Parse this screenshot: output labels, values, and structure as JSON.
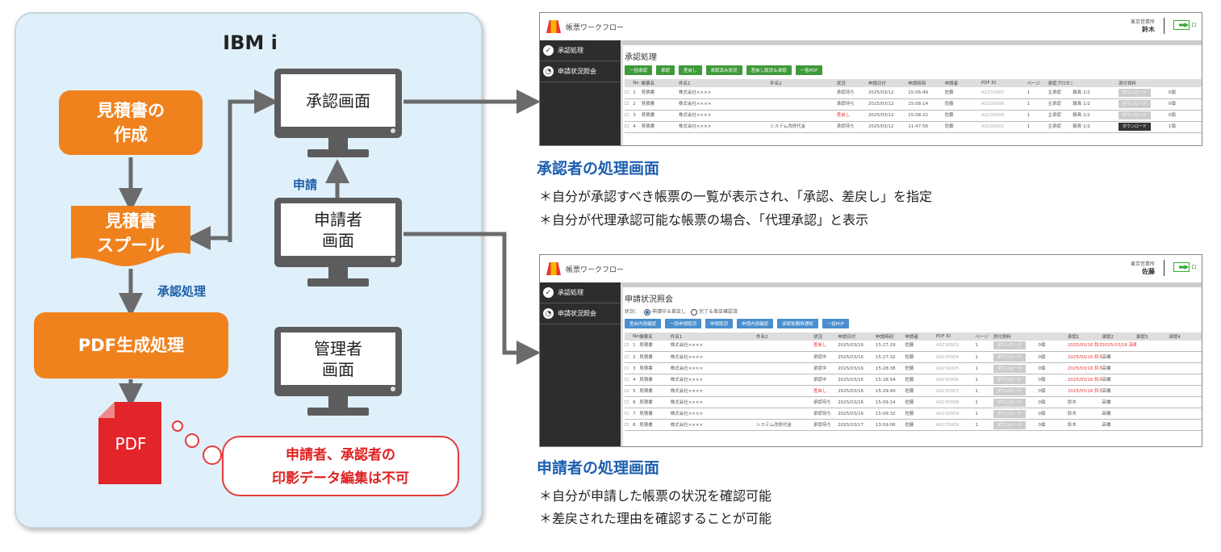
{
  "diagram": {
    "title": "IBM i",
    "estimate_create": "見積書の\n作成",
    "spool": "見積書\nスプール",
    "approval_process_label": "承認処理",
    "pdf_generation": "PDF生成処理",
    "pdf_icon_label": "PDF",
    "bubble": "申請者、承認者の\n印影データ編集は不可",
    "approval_screen": "承認画面",
    "applicant_screen": "申請者\n画面",
    "admin_screen": "管理者\n画面",
    "apply_label": "申請",
    "colors": {
      "orange": "#f0821e",
      "blue": "#1d5fae",
      "red": "#e02020",
      "panel": "#dff0fb"
    }
  },
  "approver": {
    "caption": "承認者の処理画面",
    "notes": [
      "＊自分が承認すべき帳票の一覧が表示され、「承認、差戻し」を指定",
      "＊自分が代理承認可能な帳票の場合、「代理承認」と表示"
    ],
    "app": {
      "title": "帳票ワークフロー",
      "office": "東京営業所",
      "user": "鈴木",
      "logout": "ロ",
      "sidebar": [
        "承認処理",
        "申請状況照会"
      ],
      "page_title": "承認処理",
      "buttons": [
        "一括承認",
        "承認",
        "差戻し",
        "承認済み状況",
        "差戻し取消＆承認",
        "一括PDF"
      ],
      "columns": [
        "",
        "No",
        "帳票名",
        "件名1",
        "件名2",
        "状況",
        "申請日付",
        "申請時刻",
        "申請者",
        "PDF ID",
        "ページ",
        "承認プロセス",
        "",
        "添付資料",
        ""
      ],
      "rows": [
        [
          "☐",
          "1",
          "見積書",
          "株式会社××××",
          "",
          "承認待ち",
          "2025/03/12",
          "15:06:49",
          "佐藤",
          "A0270007",
          "1",
          "主承認",
          "飯島 1/2",
          "ダウンロード",
          "0個"
        ],
        [
          "☐",
          "2",
          "見積書",
          "株式会社××××",
          "",
          "承認待ち",
          "2025/03/12",
          "15:08:14",
          "佐藤",
          "A0230006",
          "1",
          "主承認",
          "飯島 1/2",
          "ダウンロード",
          "0個"
        ],
        [
          "☐",
          "3",
          "見積書",
          "株式会社××××",
          "",
          "差戻し",
          "2025/03/12",
          "15:08:22",
          "佐藤",
          "A0230009",
          "1",
          "主承認",
          "飯島 1/2",
          "ダウンロード",
          "0個"
        ],
        [
          "☐",
          "4",
          "見積書",
          "株式会社××××",
          "システム改修代金",
          "承認待ち",
          "2025/03/12",
          "11:47:56",
          "佐藤",
          "A0130001",
          "1",
          "主承認",
          "飯島 1/2",
          "ダウンロード",
          "1個"
        ]
      ]
    }
  },
  "applicant": {
    "caption": "申請者の処理画面",
    "notes": [
      "＊自分が申請した帳票の状況を確認可能",
      "＊差戻された理由を確認することが可能"
    ],
    "app": {
      "title": "帳票ワークフロー",
      "office": "東京営業所",
      "user": "佐藤",
      "logout": "ロ",
      "sidebar": [
        "承認処理",
        "申請状況照会"
      ],
      "page_title": "申請状況照会",
      "status_label": "状況：",
      "radio1": "申請中＆差戻し",
      "radio2": "完了＆差戻確認済",
      "buttons": [
        "差戻内容確認",
        "一括申請取消",
        "申請取消",
        "申請内容確認",
        "承認依頼再通知",
        "一括PDF"
      ],
      "columns": [
        "",
        "No",
        "帳票名",
        "件名1",
        "件名2",
        "状況",
        "申請日付",
        "申請時刻",
        "申請者",
        "PDF ID",
        "ページ",
        "添付資料",
        "",
        "承認1",
        "承認2",
        "承認3",
        "承認4"
      ],
      "rows": [
        [
          "☐",
          "1",
          "見積書",
          "株式会社××××",
          "",
          "差戻し",
          "2025/03/16",
          "15:27:29",
          "佐藤",
          "A0230003",
          "1",
          "ダウンロード",
          "0個",
          "2025/03/16 鈴木",
          "2025/03/16 高橋",
          "",
          ""
        ],
        [
          "☐",
          "2",
          "見積書",
          "株式会社××××",
          "",
          "承認中",
          "2025/03/16",
          "15:27:32",
          "佐藤",
          "A0230004",
          "1",
          "ダウンロード",
          "0個",
          "2025/03/16 鈴木",
          "高橋",
          "",
          ""
        ],
        [
          "☐",
          "3",
          "見積書",
          "株式会社××××",
          "",
          "承認中",
          "2025/03/16",
          "15:28:38",
          "佐藤",
          "A0230005",
          "1",
          "ダウンロード",
          "0個",
          "2025/03/16 鈴木",
          "高橋",
          "",
          ""
        ],
        [
          "☐",
          "4",
          "見積書",
          "株式会社××××",
          "",
          "承認中",
          "2025/03/16",
          "15:28:54",
          "佐藤",
          "A0230006",
          "1",
          "ダウンロード",
          "0個",
          "2025/03/16 鈴木",
          "高橋",
          "",
          ""
        ],
        [
          "☐",
          "5",
          "見積書",
          "株式会社××××",
          "",
          "差戻し",
          "2025/03/16",
          "15:29:49",
          "佐藤",
          "A0230007",
          "1",
          "ダウンロード",
          "0個",
          "2025/03/16 鈴木",
          "高橋",
          "",
          ""
        ],
        [
          "☐",
          "6",
          "見積書",
          "株式会社××××",
          "",
          "承認待ち",
          "2025/03/16",
          "15:09:14",
          "佐藤",
          "A0230008",
          "1",
          "ダウンロード",
          "0個",
          "鈴木",
          "高橋",
          "",
          ""
        ],
        [
          "☐",
          "7",
          "見積書",
          "株式会社××××",
          "",
          "承認待ち",
          "2025/03/16",
          "15:09:32",
          "佐藤",
          "A0230009",
          "1",
          "ダウンロード",
          "0個",
          "鈴木",
          "高橋",
          "",
          ""
        ],
        [
          "☐",
          "8",
          "見積書",
          "株式会社××××",
          "システム改修代金",
          "承認待ち",
          "2025/03/17",
          "13:59:06",
          "佐藤",
          "A0170009",
          "1",
          "ダウンロード",
          "0個",
          "鈴木",
          "高橋",
          "",
          ""
        ]
      ]
    }
  }
}
